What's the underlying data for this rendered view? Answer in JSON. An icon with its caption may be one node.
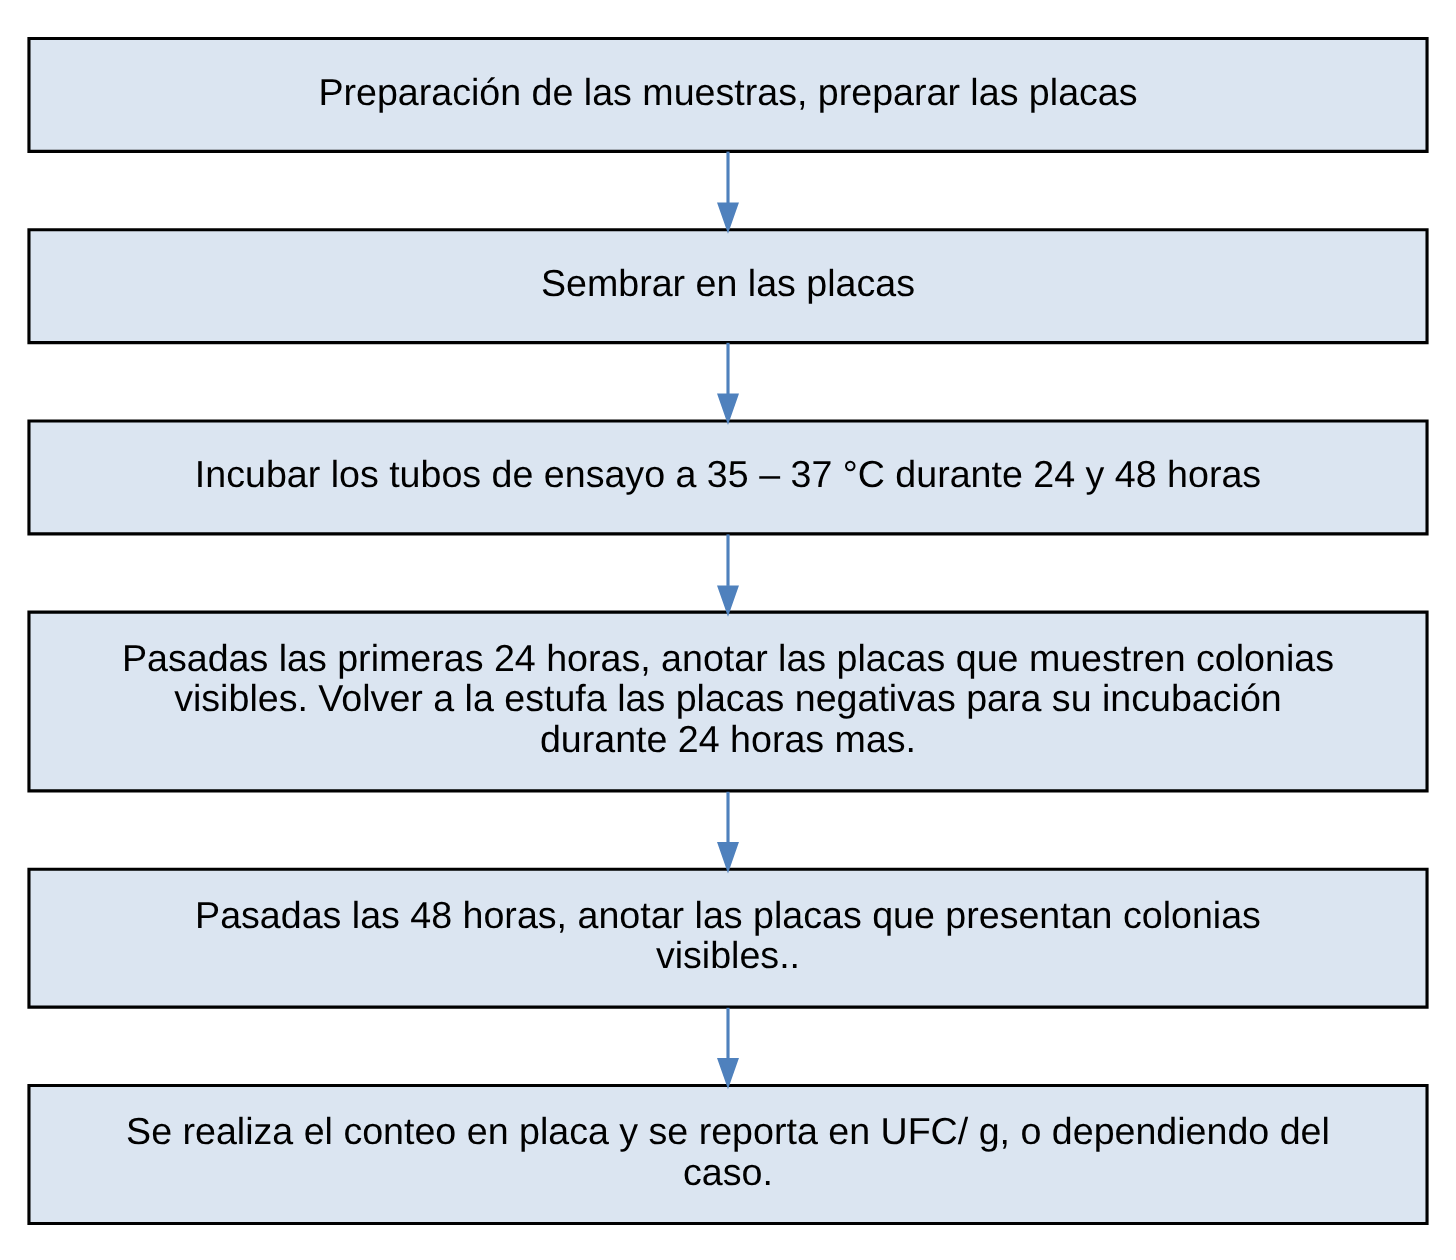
{
  "diagram": {
    "nodes": [
      {
        "text": [
          "Preparación de las muestras, preparar las placas"
        ]
      },
      {
        "text": [
          "Sembrar en las placas"
        ]
      },
      {
        "text": [
          "Incubar los tubos de ensayo a 35 – 37 °C durante 24 y 48 horas"
        ]
      },
      {
        "text": [
          "Pasadas las primeras 24 horas, anotar las placas que muestren colonias visibles. Volver a la estufa las placas negativas para su incubación durante 24 horas mas."
        ]
      },
      {
        "text": [
          "Pasadas las 48 horas, anotar las placas que presentan colonias visibles.."
        ]
      },
      {
        "text": [
          "Se realiza el conteo en placa y se reporta en UFC/ g, o dependiendo del caso."
        ]
      }
    ],
    "edges": [
      {
        "from": 0,
        "to": 1,
        "arrow": "to"
      },
      {
        "from": 1,
        "to": 2,
        "arrow": "to"
      },
      {
        "from": 2,
        "to": 3,
        "arrow": "to"
      },
      {
        "from": 3,
        "to": 4,
        "arrow": "to"
      },
      {
        "from": 4,
        "to": 5,
        "arrow": "to"
      }
    ]
  }
}
